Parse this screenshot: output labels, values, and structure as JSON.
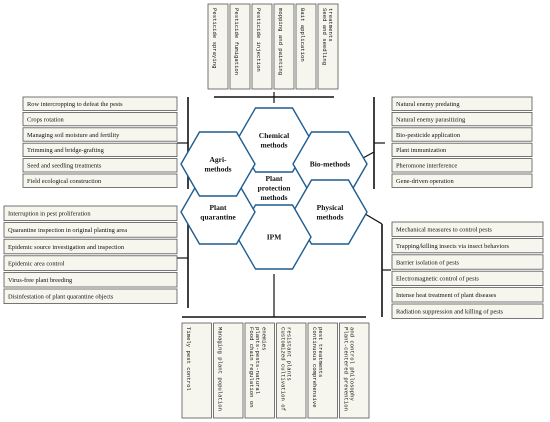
{
  "center": [
    "Plant",
    "protection",
    "methods"
  ],
  "hexagons": {
    "chemical": [
      "Chemical",
      "methods"
    ],
    "bio": [
      "Bio-methods"
    ],
    "physical": [
      "Physical",
      "methods"
    ],
    "ipm": [
      "IPM"
    ],
    "quarantine": [
      "Plant",
      "quarantine"
    ],
    "agri": [
      "Agri-",
      "methods"
    ]
  },
  "chemical_items": [
    "Pesticide spraying",
    "Pesticide fumigation",
    "Pesticide injection",
    "mopping and painting",
    "Bait application",
    "Seed and seedling treatments"
  ],
  "bio_items": [
    "Natural enemy predating",
    "Natural enemy parasitizing",
    "Bio-pesticide application",
    "Plant immunization",
    "Pheromone interference",
    "Gene-driven operation"
  ],
  "physical_items": [
    "Mechanical measures to control pests",
    "Trapping/killing insects via insect behaviors",
    "Barrier isolation of pests",
    "Electromagnetic control of pests",
    "Intense heat treatment of plant diseases",
    "Radiation suppression and killing of pests"
  ],
  "ipm_items": [
    "Timely pest control",
    "Managing plant population",
    "Food chain regulation on plants-pests-natural enemies",
    "Customized cultivation of resistant plants",
    "Continuous comprehensive pest treatments",
    "Plant-centered prevention and control philosophy"
  ],
  "quarantine_items": [
    "Interruption in pest proliferation",
    "Quarantine inspection in original planting area",
    "Epidemic source investigation and inspection",
    "Epidemic area control",
    "Virus-free plant breeding",
    "Disinfestation of plant quarantine objects"
  ],
  "agri_items": [
    "Row intercropping to defeat the pests",
    "Crops rotation",
    "Managing soil moisture and fertility",
    "Trimming and bridge-grafting",
    "Seed and seedling treatments",
    "Field ecological construction"
  ]
}
